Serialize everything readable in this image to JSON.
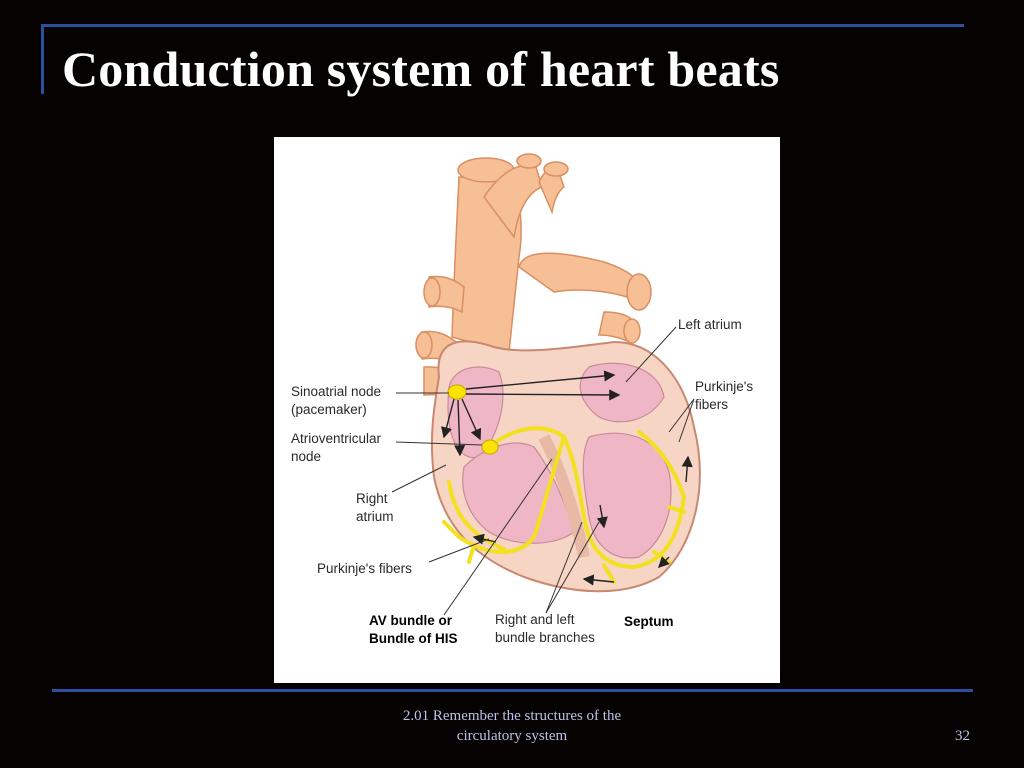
{
  "slide": {
    "title": "Conduction system of heart beats",
    "footer_line1": "2.01 Remember the structures of  the",
    "footer_line2": "circulatory system",
    "page_number": "32"
  },
  "diagram": {
    "labels": {
      "left_atrium": "Left atrium",
      "purkinje_right_1": "Purkinje's",
      "purkinje_right_2": "fibers",
      "sa_node_1": "Sinoatrial node",
      "sa_node_2": "(pacemaker)",
      "av_node_1": "Atrioventricular",
      "av_node_2": "node",
      "right_atrium_1": "Right",
      "right_atrium_2": "atrium",
      "purkinje_left": "Purkinje's fibers",
      "av_bundle_1": "AV bundle or",
      "av_bundle_2": "Bundle of HIS",
      "branches_1": "Right and left",
      "branches_2": "bundle branches",
      "septum": "Septum"
    },
    "colors": {
      "vessel": "#f6bf95",
      "vessel_dark": "#e39a6c",
      "chamber": "#efb6c6",
      "wall": "#f7d5c4",
      "conduction": "#f3e01f",
      "node": "#fbe300"
    }
  }
}
